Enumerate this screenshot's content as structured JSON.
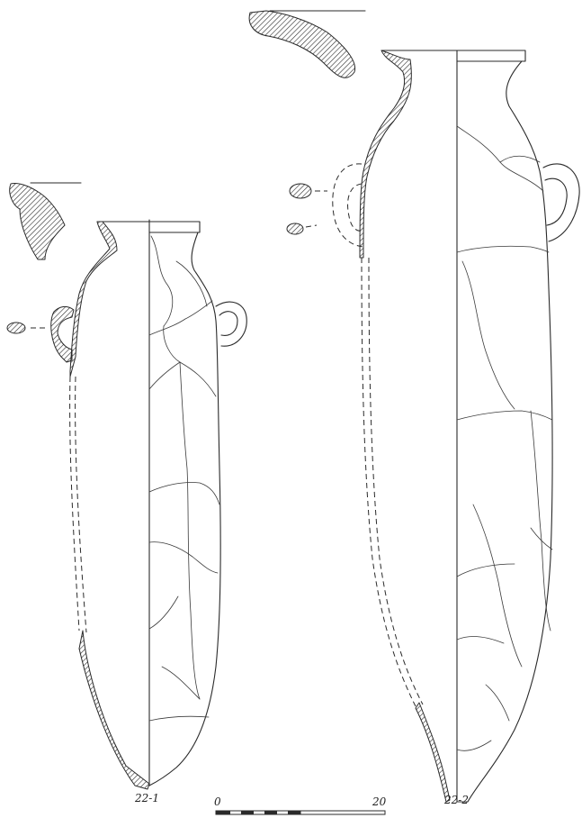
{
  "figure": {
    "vessels": [
      {
        "id": "amphora-1",
        "label": "22-1"
      },
      {
        "id": "amphora-2",
        "label": "22-2"
      }
    ],
    "scale_bar": {
      "start_label": "0",
      "end_label": "20"
    },
    "colors": {
      "ink": "#2a2a2a",
      "paper": "#ffffff"
    }
  }
}
